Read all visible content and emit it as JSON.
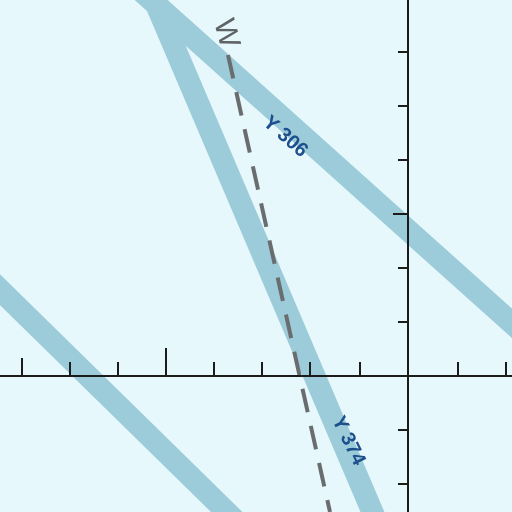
{
  "map": {
    "background_color": "#e6f8fb",
    "airway_color": "#9ccbd9",
    "label_color": "#1d4f8c",
    "boundary_color": "#6a6d6f",
    "grid_color": "#1b1b1b",
    "airways": [
      {
        "id": "Y 306",
        "label": "Y 306"
      },
      {
        "id": "Y 374",
        "label": "Y 374"
      },
      {
        "id": "unlabeled",
        "label": ""
      }
    ],
    "boundary": {
      "label": "W"
    }
  }
}
